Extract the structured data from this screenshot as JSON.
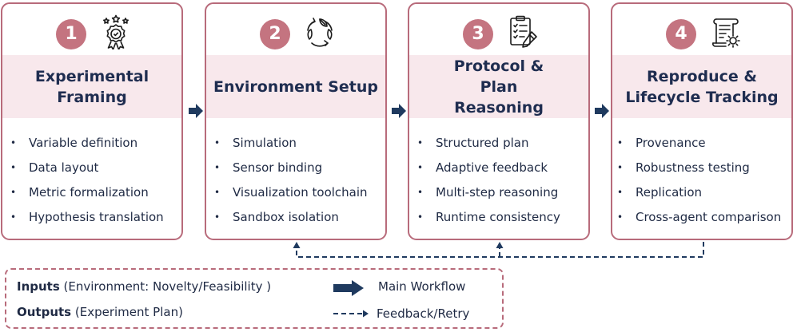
{
  "stages": [
    {
      "number": "1",
      "icon": "award-badge-icon",
      "title": "Experimental Framing",
      "items": [
        "Variable definition",
        "Data layout",
        "Metric formalization",
        "Hypothesis translation"
      ]
    },
    {
      "number": "2",
      "icon": "recycle-leaves-icon",
      "title": "Environment Setup",
      "items": [
        "Simulation",
        "Sensor binding",
        "Visualization toolchain",
        "Sandbox isolation"
      ]
    },
    {
      "number": "3",
      "icon": "checklist-pencil-icon",
      "title": "Protocol & Plan Reasoning",
      "items": [
        "Structured plan",
        "Adaptive feedback",
        "Multi-step reasoning",
        "Runtime consistency"
      ]
    },
    {
      "number": "4",
      "icon": "scroll-gear-icon",
      "title": "Reproduce & Lifecycle Tracking",
      "items": [
        "Provenance",
        "Robustness testing",
        "Replication",
        "Cross-agent comparison"
      ]
    }
  ],
  "legend": {
    "inputs_label": "Inputs",
    "inputs_text": " (Environment: Novelty/Feasibility )",
    "outputs_label": "Outputs",
    "outputs_text": " (Experiment Plan)",
    "main_workflow": "Main Workflow",
    "feedback_retry": "Feedback/Retry"
  },
  "colors": {
    "card_border": "#b86b7b",
    "card_header_bg": "#f8e8ec",
    "number_badge": "#c47480",
    "arrow": "#1f3a5f",
    "text": "#1f2a44"
  }
}
